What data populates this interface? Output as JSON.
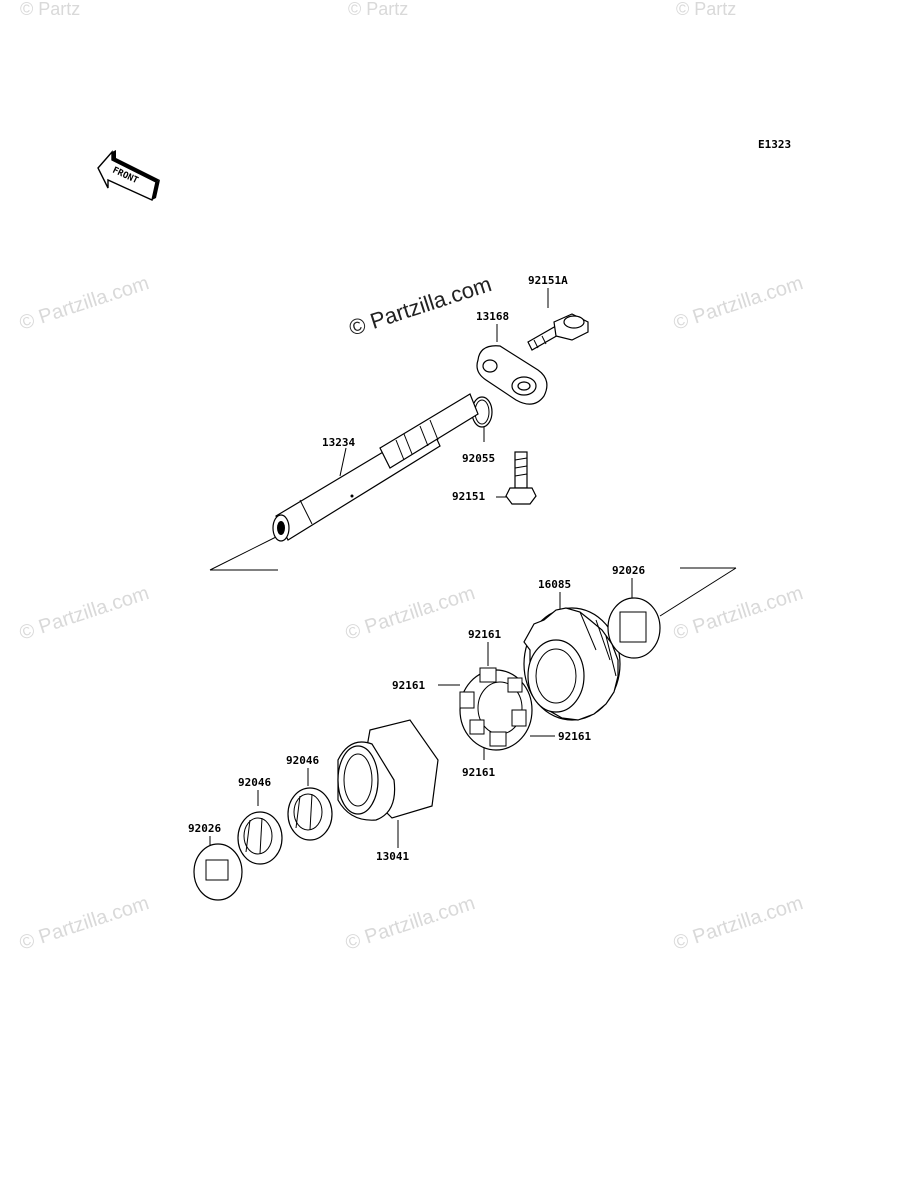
{
  "diagram": {
    "code": "E1323",
    "front_label": "FRONT",
    "center_watermark": "© Partzilla.com",
    "watermark_text": "© Partzilla.com",
    "watermark_faint": "© Partz",
    "labels": {
      "p92151A": "92151A",
      "p13168": "13168",
      "p92055": "92055",
      "p92151": "92151",
      "p13234": "13234",
      "p16085": "16085",
      "p92026_top": "92026",
      "p92161_a": "92161",
      "p92161_b": "92161",
      "p92161_c": "92161",
      "p92161_d": "92161",
      "p92046_a": "92046",
      "p92046_b": "92046",
      "p92026_bottom": "92026",
      "p13041": "13041"
    }
  }
}
